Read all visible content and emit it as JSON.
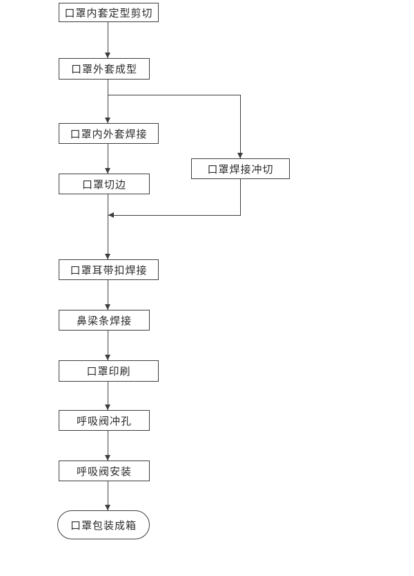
{
  "flowchart": {
    "nodes": [
      {
        "label": "口罩内套定型剪切",
        "shape": "rect"
      },
      {
        "label": "口罩外套成型",
        "shape": "rect"
      },
      {
        "label": "口罩内外套焊接",
        "shape": "rect"
      },
      {
        "label": "口罩切边",
        "shape": "rect"
      },
      {
        "label": "口罩焊接冲切",
        "shape": "rect"
      },
      {
        "label": "口罩耳带扣焊接",
        "shape": "rect"
      },
      {
        "label": "鼻梁条焊接",
        "shape": "rect"
      },
      {
        "label": "口罩印刷",
        "shape": "rect"
      },
      {
        "label": "呼吸阀冲孔",
        "shape": "rect"
      },
      {
        "label": "呼吸阀安装",
        "shape": "rect"
      },
      {
        "label": "口罩包装成箱",
        "shape": "stadium"
      }
    ],
    "edges": [
      {
        "from": "口罩内套定型剪切",
        "to": "口罩外套成型"
      },
      {
        "from": "口罩外套成型",
        "to": "口罩内外套焊接"
      },
      {
        "from": "口罩外套成型",
        "to": "口罩焊接冲切"
      },
      {
        "from": "口罩内外套焊接",
        "to": "口罩切边"
      },
      {
        "from": "口罩切边",
        "to": "口罩耳带扣焊接"
      },
      {
        "from": "口罩焊接冲切",
        "to": "口罩耳带扣焊接"
      },
      {
        "from": "口罩耳带扣焊接",
        "to": "鼻梁条焊接"
      },
      {
        "from": "鼻梁条焊接",
        "to": "口罩印刷"
      },
      {
        "from": "口罩印刷",
        "to": "呼吸阀冲孔"
      },
      {
        "from": "呼吸阀冲孔",
        "to": "呼吸阀安装"
      },
      {
        "from": "呼吸阀安装",
        "to": "口罩包装成箱"
      }
    ],
    "colors": {
      "background": "#ffffff",
      "line": "#3c3c3c",
      "node_fill": "#ffffff",
      "text": "#2b2b2b"
    }
  }
}
